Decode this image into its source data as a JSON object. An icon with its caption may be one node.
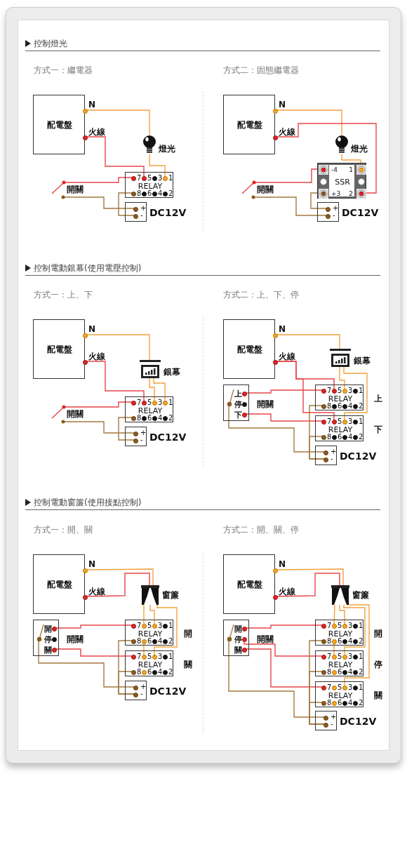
{
  "diagram": {
    "nodes": [
      {
        "text": [
          "配電盤"
        ],
        "beside": [
          "N",
          "火線"
        ]
      },
      {
        "text": [],
        "shape": "picture",
        "beside": [
          "燈光"
        ]
      },
      {
        "text": [
          "7",
          "5",
          "3",
          "1",
          "RELAY",
          "8",
          "6",
          "4",
          "2"
        ]
      },
      {
        "text": [],
        "shape": "picture",
        "beside": [
          "開關"
        ]
      },
      {
        "text": [
          "+",
          "-"
        ],
        "beside": [
          "DC12V"
        ]
      },
      {
        "text": [
          "配電盤"
        ],
        "beside": [
          "N",
          "火線"
        ]
      },
      {
        "text": [],
        "shape": "picture",
        "beside": [
          "燈光"
        ]
      },
      {
        "text": [
          "-4",
          "1",
          "SSR",
          "+3",
          "2"
        ]
      },
      {
        "text": [],
        "shape": "picture",
        "beside": [
          "開關"
        ]
      },
      {
        "text": [
          "+",
          "-"
        ],
        "beside": [
          "DC12V"
        ]
      },
      {
        "text": [
          "配電盤"
        ],
        "beside": [
          "N",
          "火線"
        ]
      },
      {
        "text": [],
        "shape": "picture",
        "beside": [
          "銀幕"
        ]
      },
      {
        "text": [
          "7",
          "5",
          "3",
          "1",
          "RELAY",
          "8",
          "6",
          "4",
          "2"
        ]
      },
      {
        "text": [],
        "shape": "picture",
        "beside": [
          "開關"
        ]
      },
      {
        "text": [
          "+",
          "-"
        ],
        "beside": [
          "DC12V"
        ]
      },
      {
        "text": [
          "配電盤"
        ],
        "beside": [
          "N",
          "火線"
        ]
      },
      {
        "text": [],
        "shape": "picture",
        "beside": [
          "銀幕"
        ]
      },
      {
        "text": [
          "上",
          "停",
          "下"
        ],
        "beside": [
          "開關"
        ]
      },
      {
        "text": [
          "7",
          "5",
          "3",
          "1",
          "RELAY",
          "8",
          "6",
          "4",
          "2"
        ],
        "beside": [
          "上"
        ]
      },
      {
        "text": [
          "7",
          "5",
          "3",
          "1",
          "RELAY",
          "8",
          "6",
          "4",
          "2"
        ],
        "beside": [
          "下"
        ]
      },
      {
        "text": [
          "+",
          "-"
        ],
        "beside": [
          "DC12V"
        ]
      },
      {
        "text": [
          "配電盤"
        ],
        "beside": [
          "N",
          "火線"
        ]
      },
      {
        "text": [],
        "shape": "picture",
        "beside": [
          "窗簾"
        ]
      },
      {
        "text": [
          "開",
          "停",
          "關"
        ],
        "beside": [
          "開關"
        ]
      },
      {
        "text": [
          "7",
          "5",
          "3",
          "1",
          "RELAY",
          "8",
          "6",
          "4",
          "2"
        ],
        "beside": [
          "開"
        ]
      },
      {
        "text": [
          "7",
          "5",
          "3",
          "1",
          "RELAY",
          "8",
          "6",
          "4",
          "2"
        ],
        "beside": [
          "關"
        ]
      },
      {
        "text": [
          "+",
          "-"
        ],
        "beside": [
          "DC12V"
        ]
      },
      {
        "text": [
          "配電盤"
        ],
        "beside": [
          "N",
          "火線"
        ]
      },
      {
        "text": [],
        "shape": "picture",
        "beside": [
          "窗簾"
        ]
      },
      {
        "text": [
          "開",
          "停",
          "關"
        ],
        "beside": [
          "開關"
        ]
      },
      {
        "text": [
          "7",
          "5",
          "3",
          "1",
          "RELAY",
          "8",
          "6",
          "4",
          "2"
        ],
        "beside": [
          "開"
        ]
      },
      {
        "text": [
          "7",
          "5",
          "3",
          "1",
          "RELAY",
          "8",
          "6",
          "4",
          "2"
        ],
        "beside": [
          "停"
        ]
      },
      {
        "text": [
          "7",
          "5",
          "3",
          "1",
          "RELAY",
          "8",
          "6",
          "4",
          "2"
        ],
        "beside": [
          "關"
        ]
      },
      {
        "text": [
          "+",
          "-"
        ],
        "beside": [
          "DC12V"
        ]
      }
    ],
    "edges": [
      {
        "from": 0,
        "to": 1,
        "arrow": "none",
        "color": "#f2a33a"
      },
      {
        "from": 0,
        "to": 2,
        "arrow": "none",
        "color": "#e8454a"
      },
      {
        "from": 1,
        "to": 2,
        "arrow": "none",
        "color": "#f2a33a"
      },
      {
        "from": 3,
        "to": 2,
        "arrow": "none",
        "color": "#e8454a"
      },
      {
        "from": 3,
        "to": 4,
        "arrow": "none",
        "color": "#a27a3f"
      },
      {
        "from": 2,
        "to": 4,
        "arrow": "none",
        "color": "#a27a3f"
      },
      {
        "from": 5,
        "to": 6,
        "arrow": "none",
        "color": "#f2a33a"
      },
      {
        "from": 5,
        "to": 7,
        "arrow": "none",
        "color": "#e8454a"
      },
      {
        "from": 6,
        "to": 7,
        "arrow": "none",
        "color": "#f2a33a"
      },
      {
        "from": 8,
        "to": 7,
        "arrow": "none",
        "color": "#e8454a"
      },
      {
        "from": 8,
        "to": 9,
        "arrow": "none",
        "color": "#a27a3f"
      },
      {
        "from": 7,
        "to": 9,
        "arrow": "none",
        "color": "#a27a3f"
      },
      {
        "from": 10,
        "to": 11,
        "arrow": "none",
        "color": "#f2a33a"
      },
      {
        "from": 10,
        "to": 12,
        "arrow": "none",
        "color": "#e8454a"
      },
      {
        "from": 11,
        "to": 12,
        "arrow": "none",
        "color": "#f2a33a"
      },
      {
        "from": 11,
        "to": 12,
        "arrow": "none",
        "color": "#f2a33a"
      },
      {
        "from": 13,
        "to": 12,
        "arrow": "none",
        "color": "#e8454a"
      },
      {
        "from": 13,
        "to": 14,
        "arrow": "none",
        "color": "#a27a3f"
      },
      {
        "from": 12,
        "to": 14,
        "arrow": "none",
        "color": "#a27a3f"
      },
      {
        "from": 15,
        "to": 16,
        "arrow": "none",
        "color": "#f2a33a"
      },
      {
        "from": 15,
        "to": 18,
        "arrow": "none",
        "color": "#e8454a"
      },
      {
        "from": 15,
        "to": 19,
        "arrow": "none",
        "color": "#e8454a"
      },
      {
        "from": 16,
        "to": 18,
        "arrow": "none",
        "color": "#f2a33a"
      },
      {
        "from": 16,
        "to": 19,
        "arrow": "none",
        "color": "#f2a33a"
      },
      {
        "from": 17,
        "to": 18,
        "arrow": "none",
        "color": "#e8454a"
      },
      {
        "from": 17,
        "to": 19,
        "arrow": "none",
        "color": "#e8454a"
      },
      {
        "from": 17,
        "to": 20,
        "arrow": "none",
        "color": "#a27a3f"
      },
      {
        "from": 18,
        "to": 20,
        "arrow": "none",
        "color": "#a27a3f"
      },
      {
        "from": 19,
        "to": 20,
        "arrow": "none",
        "color": "#a27a3f"
      },
      {
        "from": 21,
        "to": 22,
        "arrow": "none",
        "color": "#f2a33a"
      },
      {
        "from": 21,
        "to": 22,
        "arrow": "none",
        "color": "#e8454a"
      },
      {
        "from": 22,
        "to": 24,
        "arrow": "none",
        "color": "#f2a33a"
      },
      {
        "from": 22,
        "to": 24,
        "arrow": "none",
        "color": "#f2a33a"
      },
      {
        "from": 22,
        "to": 25,
        "arrow": "none",
        "color": "#f2a33a"
      },
      {
        "from": 24,
        "to": 25,
        "arrow": "none",
        "color": "#f2a33a"
      },
      {
        "from": 23,
        "to": 24,
        "arrow": "none",
        "color": "#e8454a"
      },
      {
        "from": 23,
        "to": 25,
        "arrow": "none",
        "color": "#e8454a"
      },
      {
        "from": 23,
        "to": 26,
        "arrow": "none",
        "color": "#a27a3f"
      },
      {
        "from": 24,
        "to": 26,
        "arrow": "none",
        "color": "#a27a3f"
      },
      {
        "from": 25,
        "to": 26,
        "arrow": "none",
        "color": "#a27a3f"
      },
      {
        "from": 27,
        "to": 28,
        "arrow": "none",
        "color": "#f2a33a"
      },
      {
        "from": 27,
        "to": 28,
        "arrow": "none",
        "color": "#e8454a"
      },
      {
        "from": 28,
        "to": 30,
        "arrow": "none",
        "color": "#f2a33a"
      },
      {
        "from": 28,
        "to": 30,
        "arrow": "none",
        "color": "#f2a33a"
      },
      {
        "from": 28,
        "to": 31,
        "arrow": "none",
        "color": "#f2a33a"
      },
      {
        "from": 28,
        "to": 32,
        "arrow": "none",
        "color": "#f2a33a"
      },
      {
        "from": 30,
        "to": 31,
        "arrow": "none",
        "color": "#f2a33a"
      },
      {
        "from": 29,
        "to": 30,
        "arrow": "none",
        "color": "#e8454a"
      },
      {
        "from": 29,
        "to": 31,
        "arrow": "none",
        "color": "#e8454a"
      },
      {
        "from": 29,
        "to": 32,
        "arrow": "none",
        "color": "#e8454a"
      },
      {
        "from": 29,
        "to": 33,
        "arrow": "none",
        "color": "#a27a3f"
      },
      {
        "from": 30,
        "to": 33,
        "arrow": "none",
        "color": "#a27a3f"
      },
      {
        "from": 31,
        "to": 33,
        "arrow": "none",
        "color": "#a27a3f"
      },
      {
        "from": 32,
        "to": 33,
        "arrow": "none",
        "color": "#a27a3f"
      }
    ],
    "labels": [
      "控制燈光",
      "方式一：繼電器",
      "方式二：固態繼電器",
      "控制電動銀幕(使用電壓控制)",
      "方式一：上、下",
      "方式二：上、下、停",
      "控制電動窗簾(使用接點控制)",
      "方式一：開、關",
      "方式二：開、關、停"
    ]
  }
}
